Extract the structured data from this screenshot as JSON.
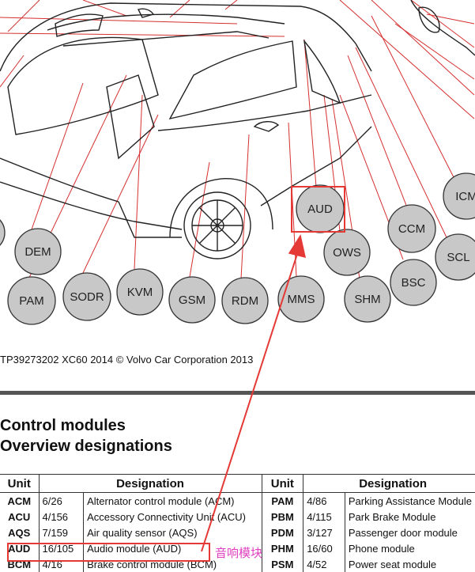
{
  "diagram": {
    "modules": [
      "AUD",
      "OWS",
      "CCM",
      "BSC",
      "SHM",
      "SCL",
      "ICM",
      "DEM",
      "PAM",
      "SODR",
      "KVM",
      "GSM",
      "RDM",
      "MMS"
    ],
    "caption": "TP39273202 XC60 2014 © Volvo Car Corporation 2013"
  },
  "section": {
    "title_line1": "Control modules",
    "title_line2": "Overview designations"
  },
  "table": {
    "headers": [
      "Unit",
      "Designation",
      "Unit",
      "Designation"
    ],
    "left_rows": [
      {
        "unit": "ACM",
        "ref": "6/26",
        "designation": "Alternator control module (ACM)"
      },
      {
        "unit": "ACU",
        "ref": "4/156",
        "designation": "Accessory Connectivity Unit (ACU)"
      },
      {
        "unit": "AQS",
        "ref": "7/159",
        "designation": "Air quality sensor (AQS)"
      },
      {
        "unit": "AUD",
        "ref": "16/105",
        "designation": "Audio module (AUD)"
      },
      {
        "unit": "BCM",
        "ref": "4/16",
        "designation": "Brake control module (BCM)"
      }
    ],
    "right_rows": [
      {
        "unit": "PAM",
        "ref": "4/86",
        "designation": "Parking Assistance Module"
      },
      {
        "unit": "PBM",
        "ref": "4/115",
        "designation": "Park Brake Module"
      },
      {
        "unit": "PDM",
        "ref": "3/127",
        "designation": "Passenger door module"
      },
      {
        "unit": "PHM",
        "ref": "16/60",
        "designation": "Phone module"
      },
      {
        "unit": "PSM",
        "ref": "4/52",
        "designation": "Power seat module"
      }
    ]
  },
  "annotation": {
    "note": "音响模块",
    "color": "#e53935"
  }
}
